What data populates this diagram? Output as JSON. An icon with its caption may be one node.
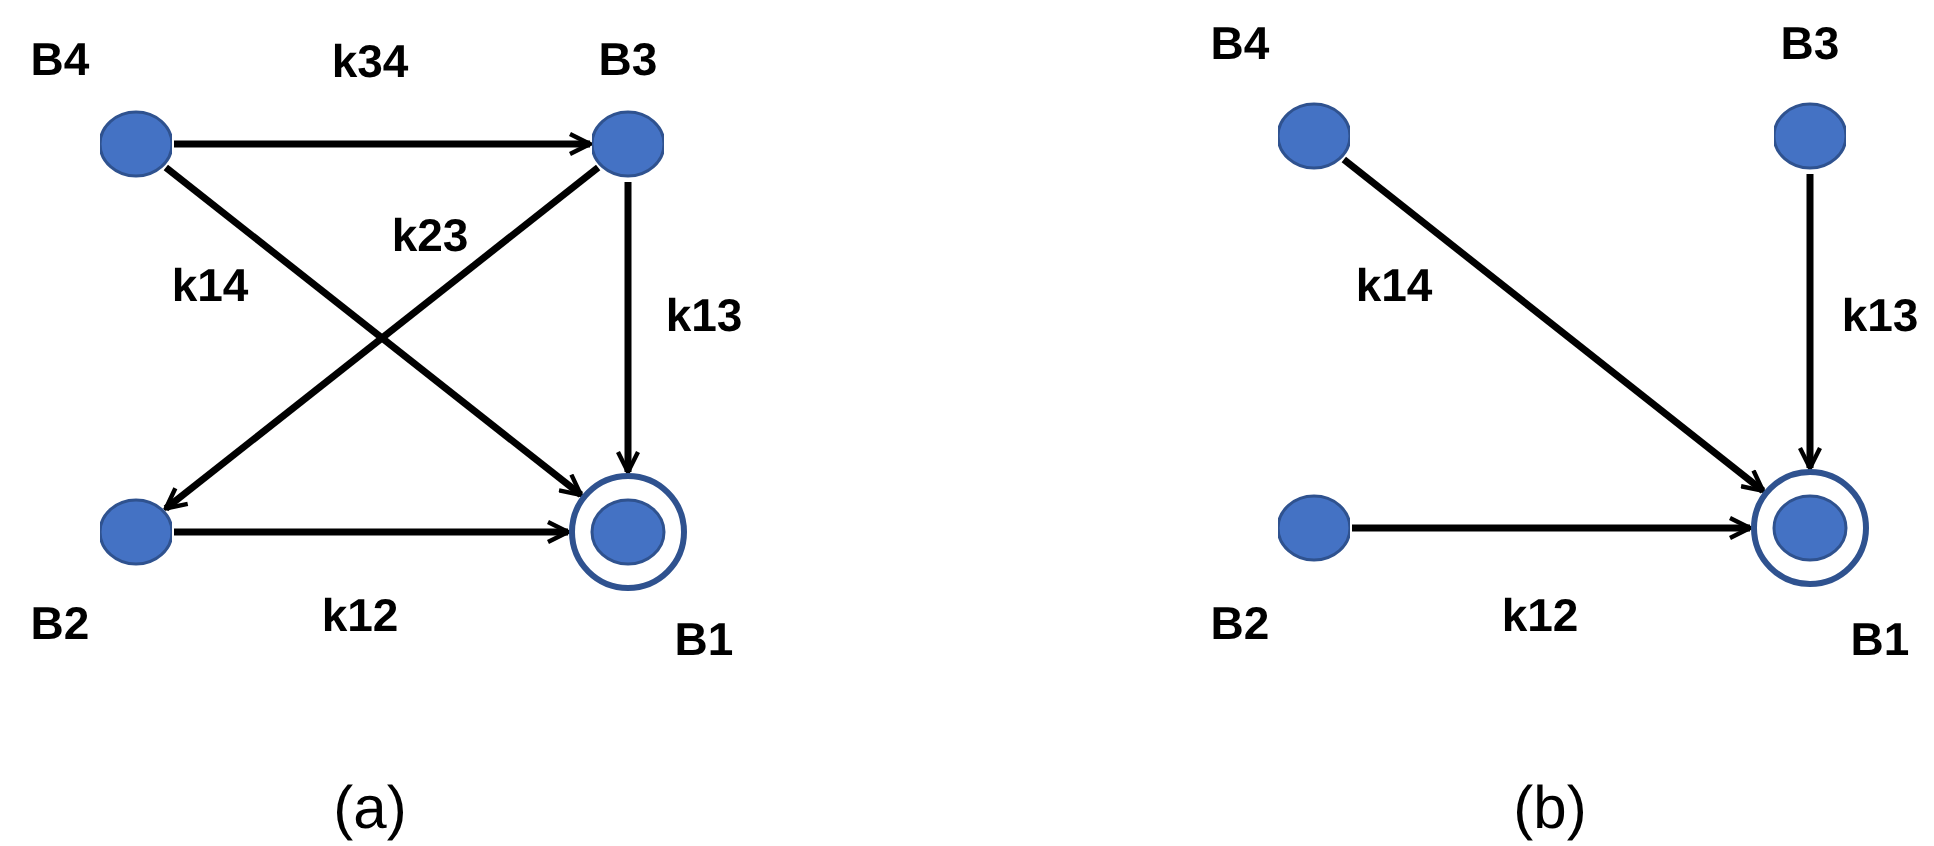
{
  "diagram": {
    "nodes": [
      {
        "text": [],
        "shape": "circle",
        "beside": [
          "B4"
        ]
      },
      {
        "text": [],
        "shape": "circle",
        "beside": [
          "B3"
        ]
      },
      {
        "text": [],
        "shape": "circle",
        "beside": [
          "B2"
        ]
      },
      {
        "text": [],
        "shape": "double-circle",
        "beside": [
          "B1"
        ]
      },
      {
        "text": [],
        "shape": "circle",
        "beside": [
          "B4"
        ]
      },
      {
        "text": [],
        "shape": "circle",
        "beside": [
          "B3"
        ]
      },
      {
        "text": [],
        "shape": "circle",
        "beside": [
          "B2"
        ]
      },
      {
        "text": [],
        "shape": "double-circle",
        "beside": [
          "B1"
        ]
      }
    ],
    "edges": [
      {
        "from": 0,
        "to": 1,
        "arrow": "to",
        "label": "k34"
      },
      {
        "from": 0,
        "to": 3,
        "arrow": "to",
        "label": "k14"
      },
      {
        "from": 1,
        "to": 2,
        "arrow": "to",
        "label": "k23"
      },
      {
        "from": 1,
        "to": 3,
        "arrow": "to",
        "label": "k13"
      },
      {
        "from": 2,
        "to": 3,
        "arrow": "to",
        "label": "k12"
      },
      {
        "from": 4,
        "to": 7,
        "arrow": "to",
        "label": "k14"
      },
      {
        "from": 5,
        "to": 7,
        "arrow": "to",
        "label": "k13"
      },
      {
        "from": 6,
        "to": 7,
        "arrow": "to",
        "label": "k12"
      }
    ],
    "labels": [
      "(a)",
      "(b)"
    ]
  }
}
